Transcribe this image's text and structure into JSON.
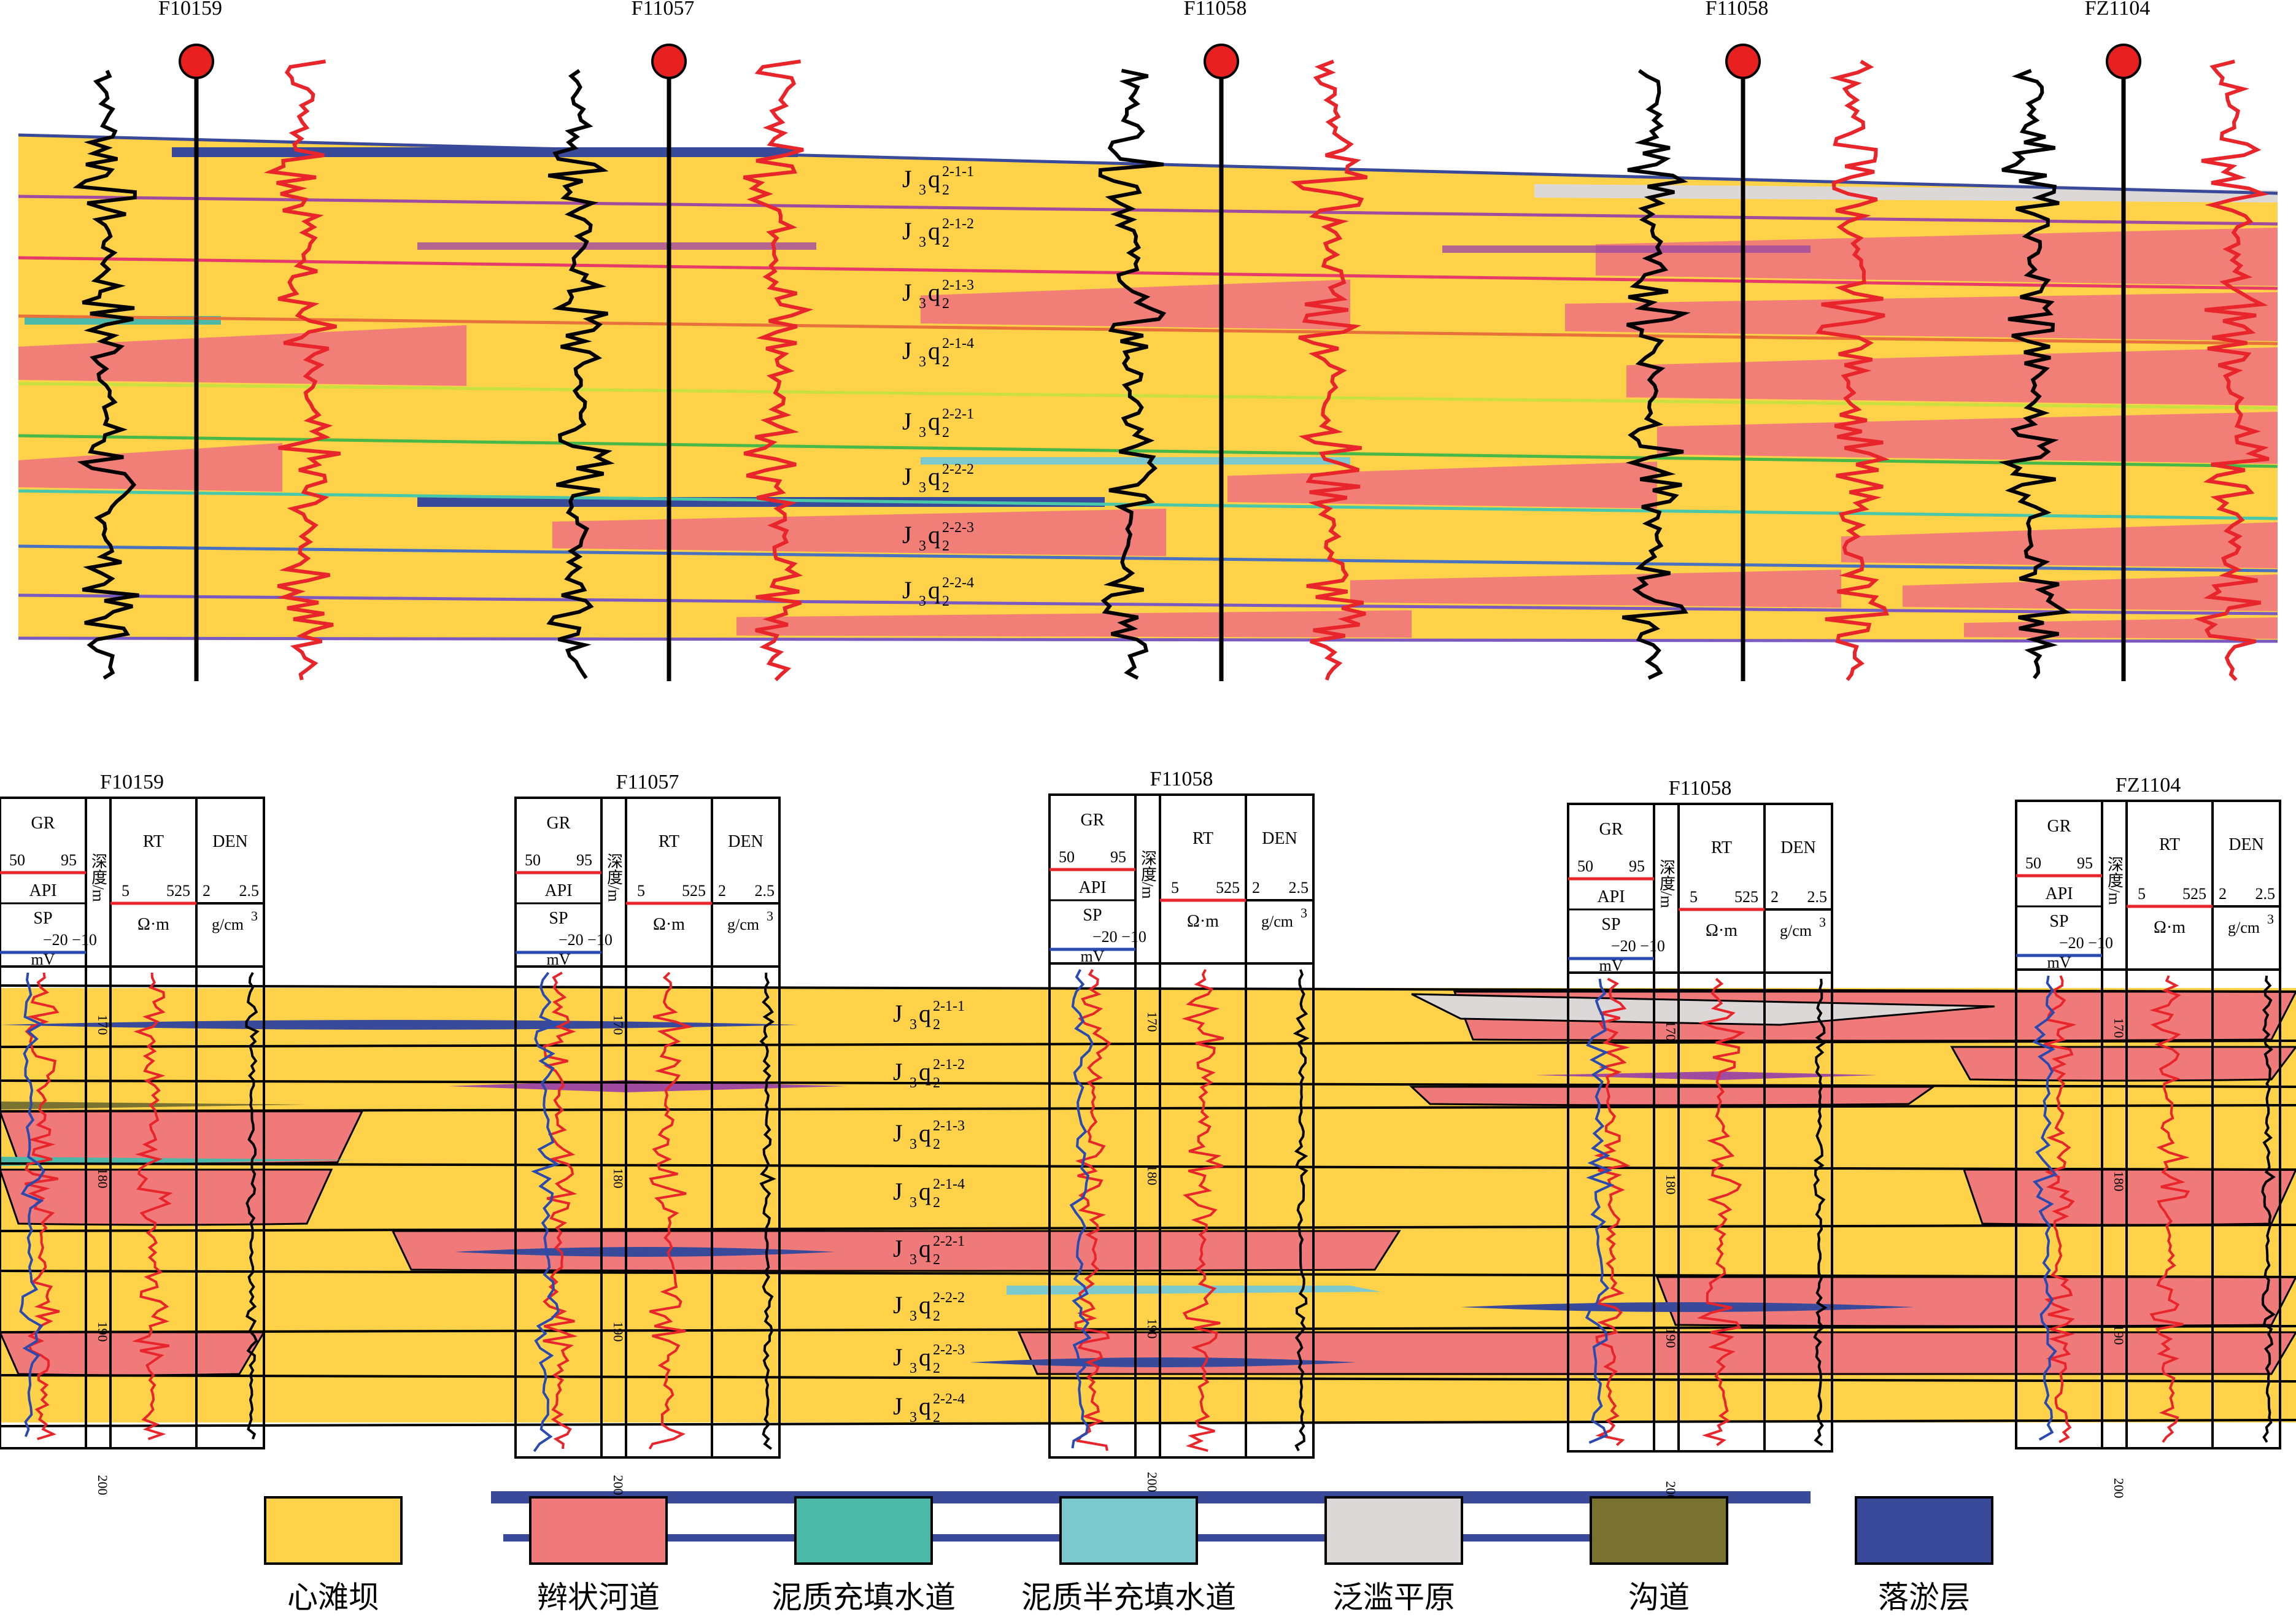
{
  "figure": {
    "wells_top": [
      "F10159",
      "F11057",
      "F11058",
      "F11058",
      "FZ1104"
    ],
    "wells_bottom": [
      "F10159",
      "F11057",
      "F11058",
      "F11058",
      "FZ1104"
    ],
    "zones": [
      {
        "base": "J",
        "sub": "3",
        "q": "q",
        "qsub": "2",
        "sup": "2-1-1"
      },
      {
        "base": "J",
        "sub": "3",
        "q": "q",
        "qsub": "2",
        "sup": "2-1-2"
      },
      {
        "base": "J",
        "sub": "3",
        "q": "q",
        "qsub": "2",
        "sup": "2-1-3"
      },
      {
        "base": "J",
        "sub": "3",
        "q": "q",
        "qsub": "2",
        "sup": "2-1-4"
      },
      {
        "base": "J",
        "sub": "3",
        "q": "q",
        "qsub": "2",
        "sup": "2-2-1"
      },
      {
        "base": "J",
        "sub": "3",
        "q": "q",
        "qsub": "2",
        "sup": "2-2-2"
      },
      {
        "base": "J",
        "sub": "3",
        "q": "q",
        "qsub": "2",
        "sup": "2-2-3"
      },
      {
        "base": "J",
        "sub": "3",
        "q": "q",
        "qsub": "2",
        "sup": "2-2-4"
      }
    ],
    "log_header": {
      "gr": "GR",
      "gr_range_lo": "50",
      "gr_range_hi": "95",
      "gr_unit": "API",
      "sp": "SP",
      "sp_range_lo": "−20",
      "sp_range_hi": "−10",
      "sp_unit": "mV",
      "depth": "深度/m",
      "rt": "RT",
      "rt_range_lo": "5",
      "rt_range_hi": "525",
      "rt_unit": "Ω·m",
      "den": "DEN",
      "den_range_lo": "2",
      "den_range_hi": "2.5",
      "den_unit": "g/cm",
      "den_unit_sup": "3"
    },
    "depth_ticks": [
      "170",
      "180",
      "190",
      "200"
    ],
    "legend": [
      {
        "label": "心滩坝",
        "color": "#FFD24A"
      },
      {
        "label": "辫状河道",
        "color": "#F07A7A"
      },
      {
        "label": "泥质充填水道",
        "color": "#4BB8A8"
      },
      {
        "label": "泥质半充填水道",
        "color": "#7CC8CF"
      },
      {
        "label": "泛滥平原",
        "color": "#DCD8D8"
      },
      {
        "label": "沟道",
        "color": "#7A7230"
      },
      {
        "label": "落淤层",
        "color": "#3A4A9A"
      }
    ],
    "colors": {
      "bar": "#FFD24A",
      "channel": "#F07A7A",
      "mud_fill": "#4BB8A8",
      "mud_half": "#7CC8CF",
      "flood": "#DCD8D8",
      "ditch": "#7A7230",
      "silt": "#3A4A9A",
      "gr": "#000000",
      "rt": "#E8252A",
      "sp": "#2A4AB0",
      "marker": "#E82020"
    }
  }
}
